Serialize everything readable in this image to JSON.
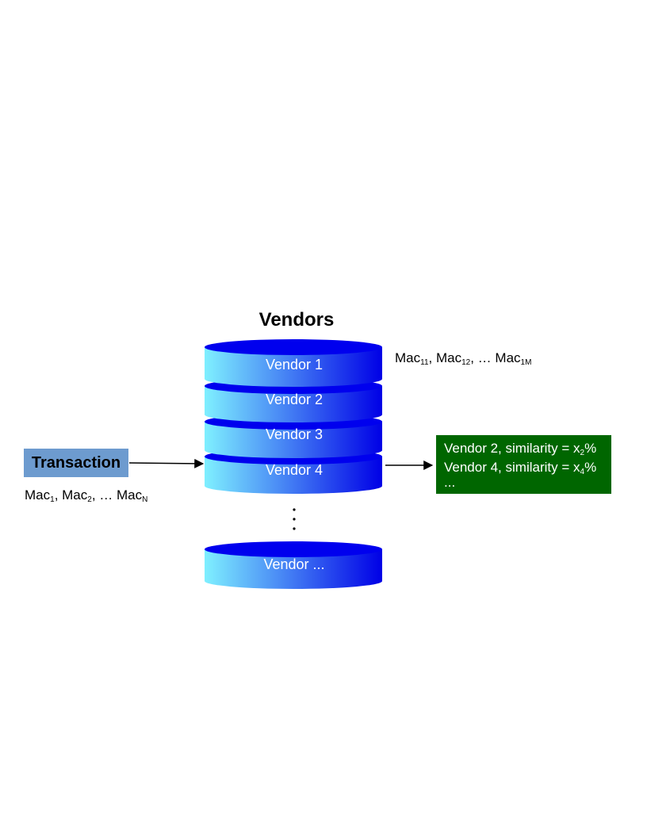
{
  "title": "Vendors",
  "vendors": [
    "Vendor 1",
    "Vendor 2",
    "Vendor 3",
    "Vendor 4",
    "Vendor ..."
  ],
  "vendor_mac": {
    "base": "Mac",
    "sub1": "11",
    "sub2": "12",
    "ellipsis": "…",
    "subM": "1M"
  },
  "transaction": {
    "label": "Transaction",
    "mac": {
      "base": "Mac",
      "sub1": "1",
      "sub2": "2",
      "ellipsis": "…",
      "subN": "N"
    }
  },
  "result": {
    "line1_prefix": "Vendor 2, similarity = x",
    "line1_sub": "2",
    "line1_suffix": "%",
    "line2_prefix": "Vendor 4, similarity = x",
    "line2_sub": "4",
    "line2_suffix": "%",
    "line3": "..."
  },
  "colors": {
    "cyl_light": "#7ff0ff",
    "cyl_dark": "#0000e6",
    "cyl_top": "#0000ee",
    "txn_fill": "#6d9bcf",
    "result_fill": "#006600"
  }
}
